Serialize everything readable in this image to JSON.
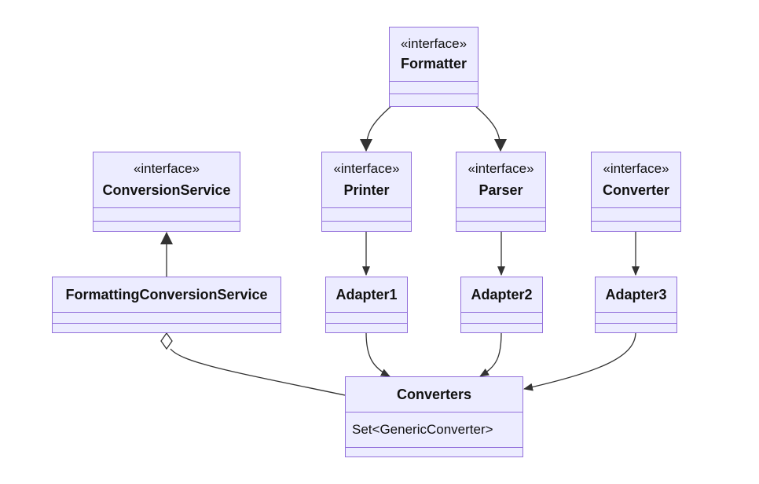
{
  "classes": {
    "formatter": {
      "stereotype": "«interface»",
      "name": "Formatter"
    },
    "conversion_service": {
      "stereotype": "«interface»",
      "name": "ConversionService"
    },
    "printer": {
      "stereotype": "«interface»",
      "name": "Printer"
    },
    "parser": {
      "stereotype": "«interface»",
      "name": "Parser"
    },
    "converter": {
      "stereotype": "«interface»",
      "name": "Converter"
    },
    "formatting_conversion_service": {
      "name": "FormattingConversionService"
    },
    "adapter1": {
      "name": "Adapter1"
    },
    "adapter2": {
      "name": "Adapter2"
    },
    "adapter3": {
      "name": "Adapter3"
    },
    "converters": {
      "name": "Converters",
      "attributes": [
        "Set<GenericConverter>"
      ]
    }
  },
  "relations": [
    {
      "from": "Formatter",
      "to": "Printer",
      "kind": "association"
    },
    {
      "from": "Formatter",
      "to": "Parser",
      "kind": "association"
    },
    {
      "from": "FormattingConversionService",
      "to": "ConversionService",
      "kind": "realization"
    },
    {
      "from": "Printer",
      "to": "Adapter1",
      "kind": "association"
    },
    {
      "from": "Parser",
      "to": "Adapter2",
      "kind": "association"
    },
    {
      "from": "Converter",
      "to": "Adapter3",
      "kind": "association"
    },
    {
      "from": "Adapter1",
      "to": "Converters",
      "kind": "association"
    },
    {
      "from": "Adapter2",
      "to": "Converters",
      "kind": "association"
    },
    {
      "from": "Adapter3",
      "to": "Converters",
      "kind": "association"
    },
    {
      "from": "FormattingConversionService",
      "to": "Converters",
      "kind": "aggregation"
    }
  ],
  "colors": {
    "fill": "#ECECFF",
    "border": "#9370DB",
    "line": "#333333"
  }
}
